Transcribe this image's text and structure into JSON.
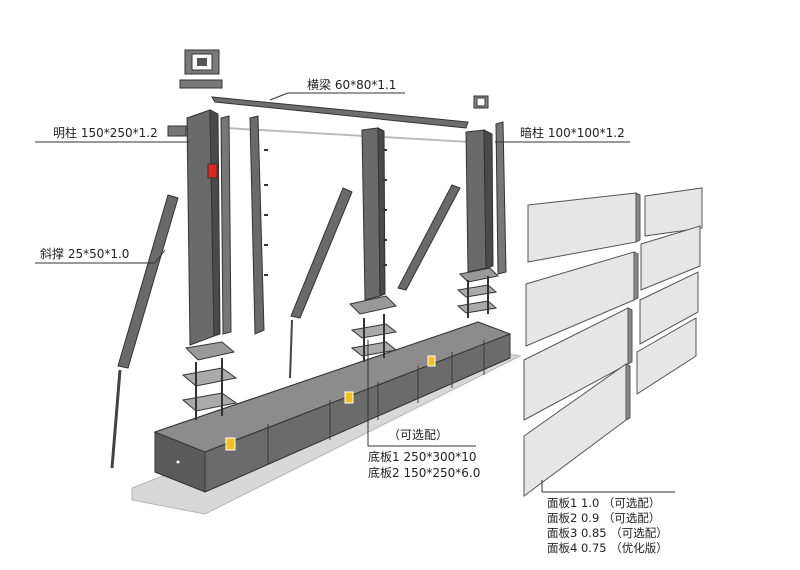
{
  "labels": {
    "beam": "横梁 60*80*1.1",
    "exposed_column": "明柱 150*250*1.2",
    "hidden_column": "暗柱 100*100*1.2",
    "brace": "斜撑 25*50*1.0",
    "optional": "（可选配）",
    "base_plate_1": "底板1 250*300*10",
    "base_plate_2": "底板2 150*250*6.0",
    "panels": [
      "面板1 1.0 （可选配）",
      "面板2 0.9 （可选配）",
      "面板3 0.85 （可选配）",
      "面板4 0.75 （优化版）"
    ]
  },
  "colors": {
    "steel": "#6e6e6e",
    "steel_dark": "#4a4a4a",
    "steel_light": "#9a9a9a",
    "concrete": "#cfcfcf",
    "panel": "#e6e6e6",
    "accent_red": "#e0261b",
    "accent_yellow": "#f2c21a"
  }
}
